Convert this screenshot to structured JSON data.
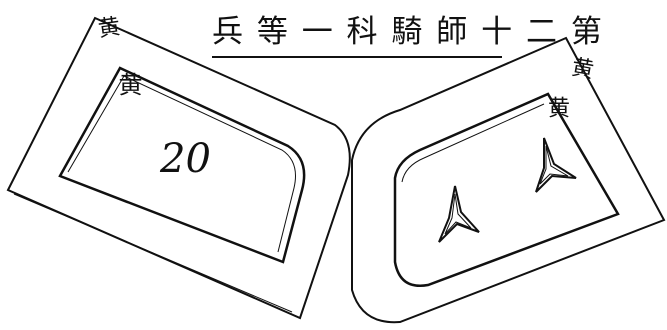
{
  "title": "第二十師騎科一等兵",
  "left_patch": {
    "outer_label": "黄",
    "inner_label": "黄",
    "number": "20"
  },
  "right_patch": {
    "outer_label": "黄",
    "inner_label": "黄",
    "insignia": [
      "star-insignia-icon",
      "star-insignia-icon"
    ]
  },
  "colors": {
    "ink": "#111111",
    "paper": "#ffffff"
  }
}
